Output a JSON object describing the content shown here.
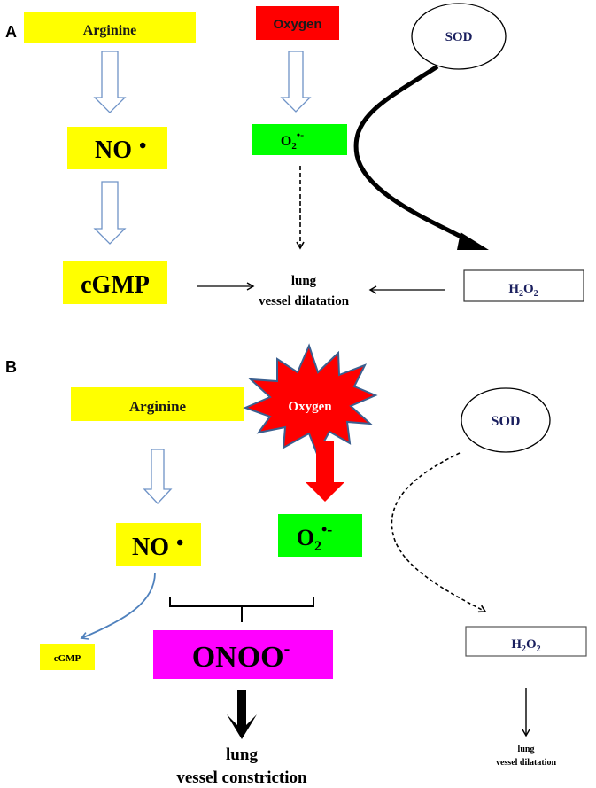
{
  "colors": {
    "yellow": "#ffff00",
    "red": "#ff0000",
    "green": "#00ff00",
    "magenta": "#ff00ff",
    "navy": "#1a1f5e",
    "hollow_arrow": "#6f93c7",
    "blue_arrow": "#4f81bd",
    "star_outline": "#3b5f8f"
  },
  "panel_a": {
    "label": "A",
    "arginine": "Arginine",
    "oxygen": "Oxygen",
    "sod": "SOD",
    "no": "NO",
    "no_radical": "•",
    "superoxide": {
      "base": "O",
      "sub": "2",
      "sup": "•-"
    },
    "cgmp": "cGMP",
    "outcome_line1": "lung",
    "outcome_line2": "vessel dilatation",
    "h2o2": {
      "h": "H",
      "sub1": "2",
      "o": "O",
      "sub2": "2"
    }
  },
  "panel_b": {
    "label": "B",
    "arginine": "Arginine",
    "oxygen": "Oxygen",
    "sod": "SOD",
    "no": "NO",
    "no_radical": "•",
    "superoxide": {
      "base": "O",
      "sub": "2",
      "sup": "•-"
    },
    "cgmp": "cGMP",
    "peroxynitrite": {
      "base": "ONOO",
      "sup": "-"
    },
    "constriction_line1": "lung",
    "constriction_line2": "vessel constriction",
    "h2o2": {
      "h": "H",
      "sub1": "2",
      "o": "O",
      "sub2": "2"
    },
    "dilatation_line1": "lung",
    "dilatation_line2": "vessel dilatation"
  }
}
